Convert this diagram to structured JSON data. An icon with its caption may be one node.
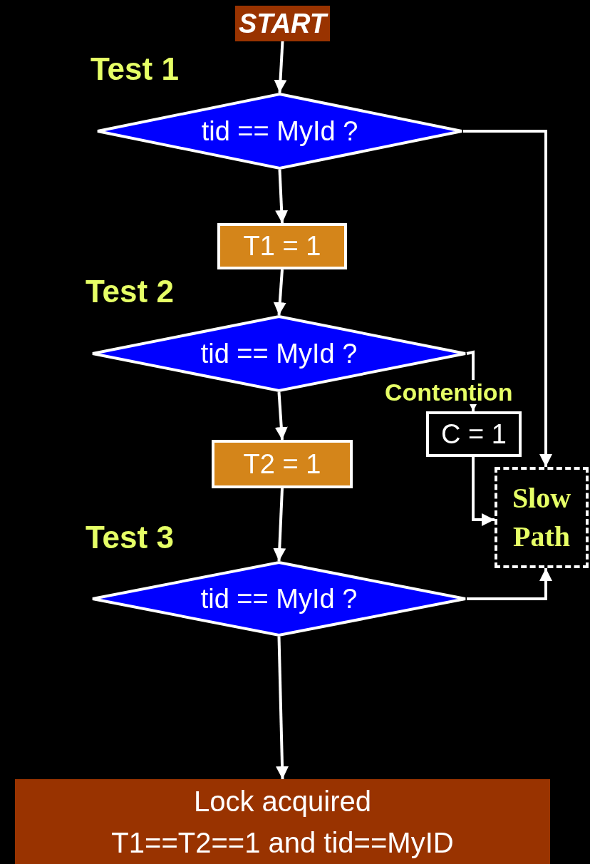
{
  "diagram": {
    "nodes": [
      {
        "text": [
          "START"
        ]
      },
      {
        "text": [
          "Test 1",
          "tid == MyId ?"
        ]
      },
      {
        "text": [
          "T1 = 1"
        ]
      },
      {
        "text": [
          "Test 2",
          "tid == MyId ?"
        ]
      },
      {
        "text": [
          "T2 = 1"
        ]
      },
      {
        "text": [
          "C = 1"
        ]
      },
      {
        "text": [
          "Test 3",
          "tid == MyId ?"
        ]
      },
      {
        "text": [
          "Slow Path"
        ]
      },
      {
        "text": [
          "Lock acquired",
          "T1==T2==1 and tid==MyID"
        ]
      }
    ],
    "edges": [
      {
        "from": 0,
        "to": 1,
        "arrow": "to"
      },
      {
        "from": 1,
        "to": 2,
        "arrow": "to"
      },
      {
        "from": 1,
        "to": 7,
        "arrow": "to"
      },
      {
        "from": 2,
        "to": 3,
        "arrow": "to"
      },
      {
        "from": 3,
        "to": 4,
        "arrow": "to"
      },
      {
        "from": 3,
        "to": 5,
        "arrow": "to",
        "label": "Contention"
      },
      {
        "from": 5,
        "to": 7,
        "arrow": "to"
      },
      {
        "from": 4,
        "to": 6,
        "arrow": "to"
      },
      {
        "from": 6,
        "to": 7,
        "arrow": "to"
      },
      {
        "from": 6,
        "to": 8,
        "arrow": "to"
      }
    ]
  }
}
